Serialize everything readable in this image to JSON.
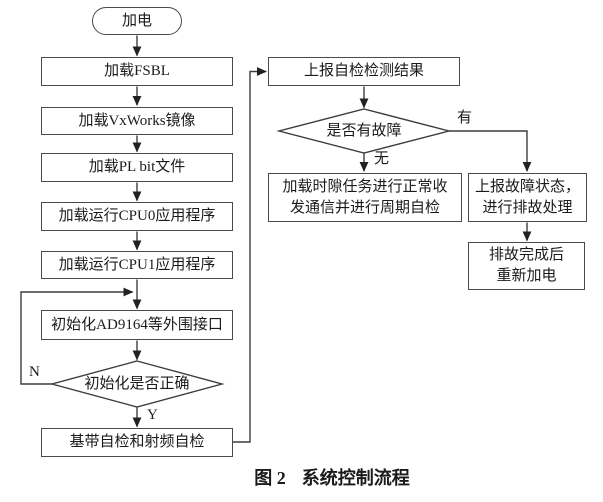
{
  "caption": {
    "figure_no": "图 2",
    "text": "系统控制流程"
  },
  "flow": {
    "start": "加电",
    "left_steps": [
      "加载FSBL",
      "加载VxWorks镜像",
      "加载PL bit文件",
      "加载运行CPU0应用程序",
      "加载运行CPU1应用程序",
      "初始化AD9164等外围接口"
    ],
    "init_decision": "初始化是否正确",
    "init_no": "N",
    "init_yes": "Y",
    "selftest": "基带自检和射频自检",
    "report": "上报自检检测结果",
    "fault_decision": "是否有故障",
    "fault_yes": "有",
    "fault_no": "无",
    "normal_line1": "加载时隙任务进行正常收",
    "normal_line2": "发通信并进行周期自检",
    "fault_line1": "上报故障状态，",
    "fault_line2": "进行排故处理",
    "repower_line1": "排故完成后",
    "repower_line2": "重新加电"
  },
  "colors": {
    "line": "#3d3d3d",
    "box_border": "#4a4a4a",
    "text": "#1b1b1b",
    "background": "#ffffff"
  }
}
